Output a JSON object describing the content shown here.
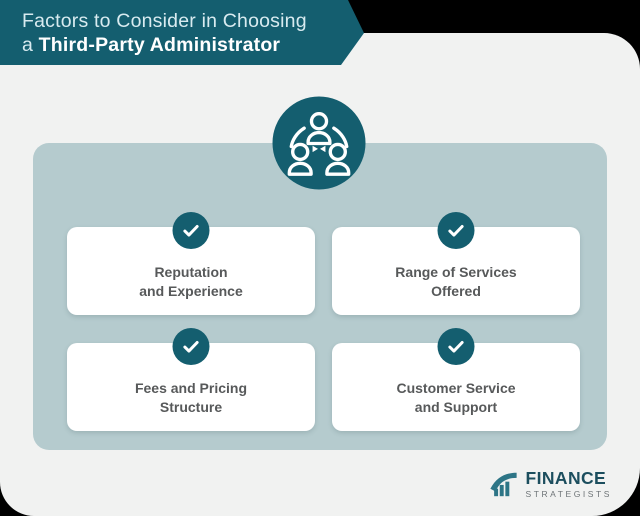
{
  "header": {
    "title_line1": "Factors to Consider in Choosing",
    "title_line2_prefix": "a ",
    "title_line2_bold": "Third-Party Administrator"
  },
  "hero": {
    "icon": "team-network-icon"
  },
  "factors": [
    {
      "line1": "Reputation",
      "line2": "and Experience"
    },
    {
      "line1": "Range of Services",
      "line2": "Offered"
    },
    {
      "line1": "Fees and Pricing",
      "line2": "Structure"
    },
    {
      "line1": "Customer Service",
      "line2": "and Support"
    }
  ],
  "badge_icon": "checkmark-icon",
  "brand": {
    "name": "FINANCE",
    "subtitle": "STRATEGISTS"
  },
  "colors": {
    "teal_dark": "#145e6f",
    "panel_bg": "#b5cbce",
    "page_bg": "#f1f2f1",
    "card_text": "#57595a",
    "header_text_light": "#d8ebf0",
    "header_text_bold": "#ffffff",
    "brand_name_color": "#1c4e5e",
    "brand_subtitle_color": "#6e7477"
  }
}
